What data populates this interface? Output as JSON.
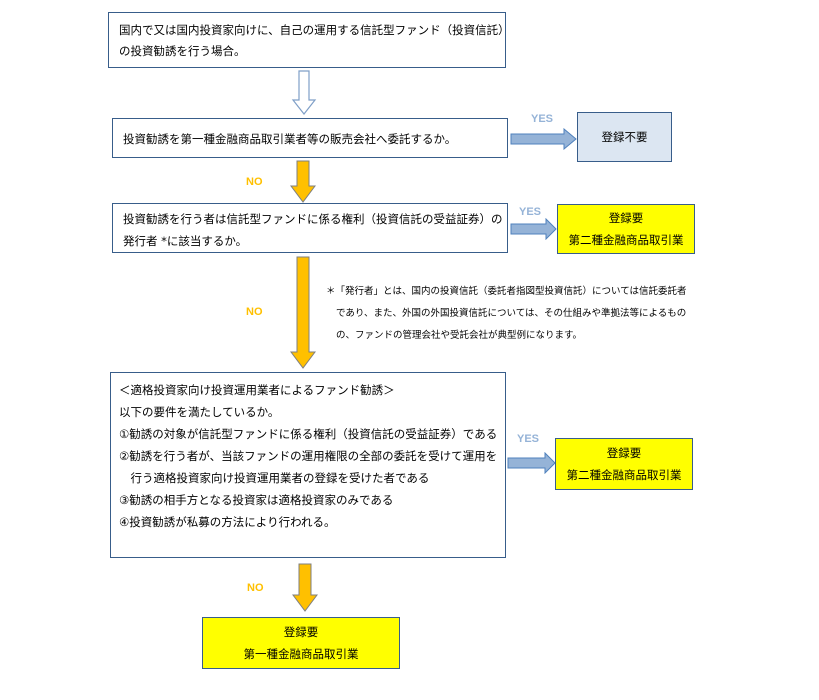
{
  "flowchart": {
    "start": {
      "lines": [
        "国内で又は国内投資家向けに、自己の運用する信託型ファンド（投資信託）",
        "の投資勧誘を行う場合。"
      ]
    },
    "q1": {
      "lines": [
        "投資勧誘を第一種金融商品取引業者等の販売会社へ委託するか。"
      ],
      "yes_label": "YES",
      "no_label": "NO",
      "yes_result": {
        "lines": [
          "登録不要"
        ]
      }
    },
    "q2": {
      "lines": [
        "投資勧誘を行う者は信託型ファンドに係る権利（投資信託の受益証券）の",
        "発行者 *に該当するか。"
      ],
      "yes_label": "YES",
      "no_label": "NO",
      "yes_result": {
        "lines": [
          "登録要",
          "第二種金融商品取引業"
        ]
      }
    },
    "footnote": {
      "lines": [
        "＊「発行者」とは、国内の投資信託（委託者指図型投資信託）については信託委託者",
        "であり、また、外国の外国投資信託については、その仕組みや準拠法等によるもの",
        "の、ファンドの管理会社や受託会社が典型例になります。"
      ]
    },
    "q3": {
      "lines": [
        "＜適格投資家向け投資運用業者によるファンド勧誘＞",
        "以下の要件を満たしているか。",
        "①勧誘の対象が信託型ファンドに係る権利（投資信託の受益証券）である",
        "②勧誘を行う者が、当該ファンドの運用権限の全部の委託を受けて運用を",
        "　行う適格投資家向け投資運用業者の登録を受けた者である",
        "③勧誘の相手方となる投資家は適格投資家のみである",
        "④投資勧誘が私募の方法により行われる。"
      ],
      "yes_label": "YES",
      "no_label": "NO",
      "yes_result": {
        "lines": [
          "登録要",
          "第二種金融商品取引業"
        ]
      },
      "no_result": {
        "lines": [
          "登録要",
          "第一種金融商品取引業"
        ]
      }
    },
    "colors": {
      "box_border": "#385d8a",
      "yes_arrow_fill": "#95b3d7",
      "no_arrow_fill": "#ffc000",
      "result_yellow": "#ffff00",
      "result_lightblue": "#dce6f2"
    }
  }
}
